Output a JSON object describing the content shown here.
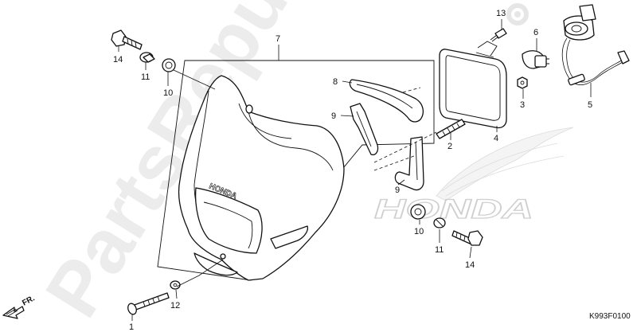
{
  "watermark": {
    "text": "PartsRepublik"
  },
  "parts": [
    {
      "id": "1",
      "label": "1"
    },
    {
      "id": "2",
      "label": "2"
    },
    {
      "id": "3",
      "label": "3"
    },
    {
      "id": "4",
      "label": "4"
    },
    {
      "id": "5",
      "label": "5"
    },
    {
      "id": "6",
      "label": "6"
    },
    {
      "id": "7",
      "label": "7"
    },
    {
      "id": "8",
      "label": "8"
    },
    {
      "id": "9a",
      "label": "9"
    },
    {
      "id": "9b",
      "label": "9"
    },
    {
      "id": "10a",
      "label": "10"
    },
    {
      "id": "10b",
      "label": "10"
    },
    {
      "id": "11a",
      "label": "11"
    },
    {
      "id": "11b",
      "label": "11"
    },
    {
      "id": "12",
      "label": "12"
    },
    {
      "id": "13",
      "label": "13"
    },
    {
      "id": "14a",
      "label": "14"
    },
    {
      "id": "14b",
      "label": "14"
    }
  ],
  "brand_text": "HONDA",
  "cowl_brand_text": "HONDA",
  "front_indicator": "FR.",
  "diagram_code": "K993F0100",
  "colors": {
    "line": "#111111",
    "watermark": "#ececec",
    "background": "#ffffff"
  }
}
